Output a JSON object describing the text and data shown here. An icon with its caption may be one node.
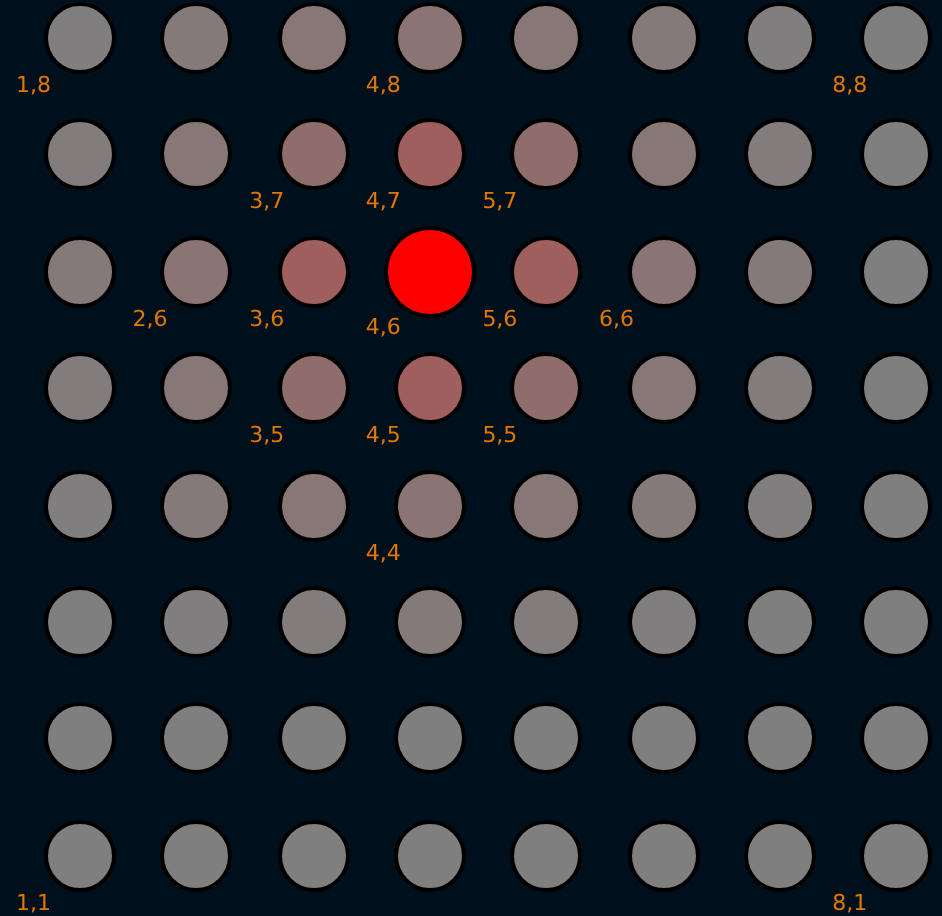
{
  "diagram": {
    "nodes": [
      {
        "text": [],
        "shape": "circle",
        "beside": [
          "1,8"
        ]
      },
      {
        "text": [],
        "shape": "circle"
      },
      {
        "text": [],
        "shape": "circle"
      },
      {
        "text": [],
        "shape": "circle",
        "beside": [
          "4,8"
        ]
      },
      {
        "text": [],
        "shape": "circle"
      },
      {
        "text": [],
        "shape": "circle"
      },
      {
        "text": [],
        "shape": "circle"
      },
      {
        "text": [],
        "shape": "circle",
        "beside": [
          "8,8"
        ]
      },
      {
        "text": [],
        "shape": "circle"
      },
      {
        "text": [],
        "shape": "circle"
      },
      {
        "text": [],
        "shape": "circle",
        "beside": [
          "3,7"
        ]
      },
      {
        "text": [],
        "shape": "circle",
        "beside": [
          "4,7"
        ]
      },
      {
        "text": [],
        "shape": "circle",
        "beside": [
          "5,7"
        ]
      },
      {
        "text": [],
        "shape": "circle"
      },
      {
        "text": [],
        "shape": "circle"
      },
      {
        "text": [],
        "shape": "circle"
      },
      {
        "text": [],
        "shape": "circle"
      },
      {
        "text": [],
        "shape": "circle",
        "beside": [
          "2,6"
        ]
      },
      {
        "text": [],
        "shape": "circle",
        "beside": [
          "3,6"
        ]
      },
      {
        "text": [],
        "shape": "circle",
        "beside": [
          "4,6"
        ]
      },
      {
        "text": [],
        "shape": "circle",
        "beside": [
          "5,6"
        ]
      },
      {
        "text": [],
        "shape": "circle",
        "beside": [
          "6,6"
        ]
      },
      {
        "text": [],
        "shape": "circle"
      },
      {
        "text": [],
        "shape": "circle"
      },
      {
        "text": [],
        "shape": "circle"
      },
      {
        "text": [],
        "shape": "circle"
      },
      {
        "text": [],
        "shape": "circle",
        "beside": [
          "3,5"
        ]
      },
      {
        "text": [],
        "shape": "circle",
        "beside": [
          "4,5"
        ]
      },
      {
        "text": [],
        "shape": "circle",
        "beside": [
          "5,5"
        ]
      },
      {
        "text": [],
        "shape": "circle"
      },
      {
        "text": [],
        "shape": "circle"
      },
      {
        "text": [],
        "shape": "circle"
      },
      {
        "text": [],
        "shape": "circle"
      },
      {
        "text": [],
        "shape": "circle"
      },
      {
        "text": [],
        "shape": "circle"
      },
      {
        "text": [],
        "shape": "circle",
        "beside": [
          "4,4"
        ]
      },
      {
        "text": [],
        "shape": "circle"
      },
      {
        "text": [],
        "shape": "circle"
      },
      {
        "text": [],
        "shape": "circle"
      },
      {
        "text": [],
        "shape": "circle"
      },
      {
        "text": [],
        "shape": "circle"
      },
      {
        "text": [],
        "shape": "circle"
      },
      {
        "text": [],
        "shape": "circle"
      },
      {
        "text": [],
        "shape": "circle"
      },
      {
        "text": [],
        "shape": "circle"
      },
      {
        "text": [],
        "shape": "circle"
      },
      {
        "text": [],
        "shape": "circle"
      },
      {
        "text": [],
        "shape": "circle"
      },
      {
        "text": [],
        "shape": "circle"
      },
      {
        "text": [],
        "shape": "circle"
      },
      {
        "text": [],
        "shape": "circle"
      },
      {
        "text": [],
        "shape": "circle"
      },
      {
        "text": [],
        "shape": "circle"
      },
      {
        "text": [],
        "shape": "circle"
      },
      {
        "text": [],
        "shape": "circle"
      },
      {
        "text": [],
        "shape": "circle"
      },
      {
        "text": [],
        "shape": "circle",
        "beside": [
          "1,1"
        ]
      },
      {
        "text": [],
        "shape": "circle"
      },
      {
        "text": [],
        "shape": "circle"
      },
      {
        "text": [],
        "shape": "circle"
      },
      {
        "text": [],
        "shape": "circle"
      },
      {
        "text": [],
        "shape": "circle"
      },
      {
        "text": [],
        "shape": "circle"
      },
      {
        "text": [],
        "shape": "circle",
        "beside": [
          "8,1"
        ]
      }
    ]
  }
}
